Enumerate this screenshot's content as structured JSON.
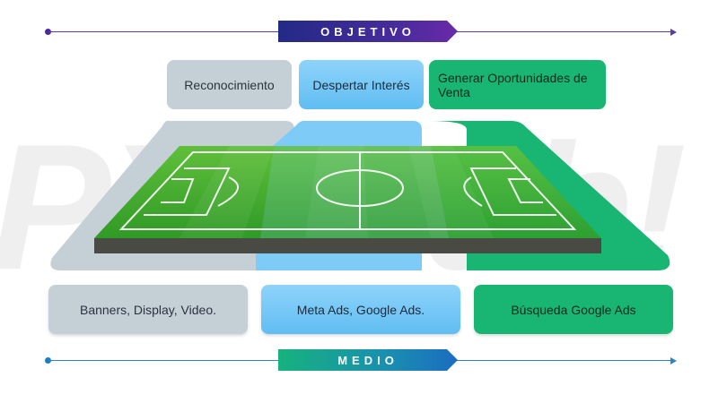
{
  "objective": {
    "label": "OBJETIVO",
    "items": [
      {
        "label": "Reconocimiento"
      },
      {
        "label": "Despertar Interés"
      },
      {
        "label": "Generar Oportunidades de Venta"
      }
    ]
  },
  "medium": {
    "label": "MEDIO",
    "items": [
      {
        "label": "Banners, Display, Video."
      },
      {
        "label": "Meta Ads, Google Ads."
      },
      {
        "label": "Búsqueda Google Ads"
      }
    ]
  },
  "watermark": {
    "text": "PXLLab!"
  },
  "colors": {
    "gray": "#c5cfd6",
    "blue": "#74c6f5",
    "green": "#19b673",
    "navy": "#2a2a8a",
    "purple": "#6a2aa8",
    "teal_banner": "#16b27e",
    "blue_banner": "#1a6dc0"
  }
}
